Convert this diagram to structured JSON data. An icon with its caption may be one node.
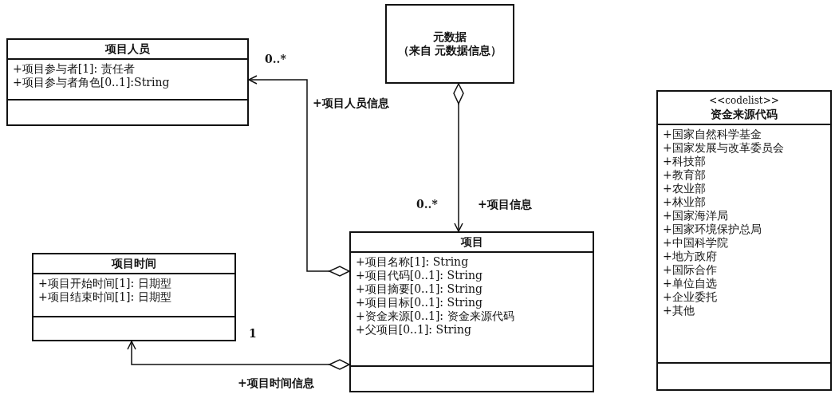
{
  "diagram": {
    "nodes": [
      {
        "text": [
          "项目人员",
          "+项目参与者[1]: 责任者",
          "+项目参与者角色[0..1]:String"
        ]
      },
      {
        "text": [
          "元数据",
          "（来自 元数据信息）"
        ]
      },
      {
        "text": [
          "项目时间",
          "+项目开始时间[1]: 日期型",
          "+项目结束时间[1]: 日期型"
        ]
      },
      {
        "text": [
          "项目",
          "+项目名称[1]: String",
          "+项目代码[0..1]: String",
          "+项目摘要[0..1]: String",
          "+项目目标[0..1]: String",
          "+资金来源[0..1]: 资金来源代码",
          "+父项目[0..1]: String"
        ]
      },
      {
        "text": [
          "<<codelist>>",
          "资金来源代码",
          "+国家自然科学基金",
          "+国家发展与改革委员会",
          "+科技部",
          "+教育部",
          "+农业部",
          "+林业部",
          "+国家海洋局",
          "+国家环境保护总局",
          "+中国科学院",
          "+地方政府",
          "+国际合作",
          "+单位自选",
          "+企业委托",
          "+其他"
        ]
      }
    ],
    "edges": [
      {
        "from": 3,
        "to": 0,
        "arrow": "to",
        "label": "+项目人员信息"
      },
      {
        "from": 1,
        "to": 3,
        "arrow": "to",
        "label": "+项目信息"
      },
      {
        "from": 3,
        "to": 2,
        "arrow": "to",
        "label": "+项目时间信息"
      }
    ],
    "labels": [
      "0..*",
      "0..*",
      "1"
    ]
  }
}
